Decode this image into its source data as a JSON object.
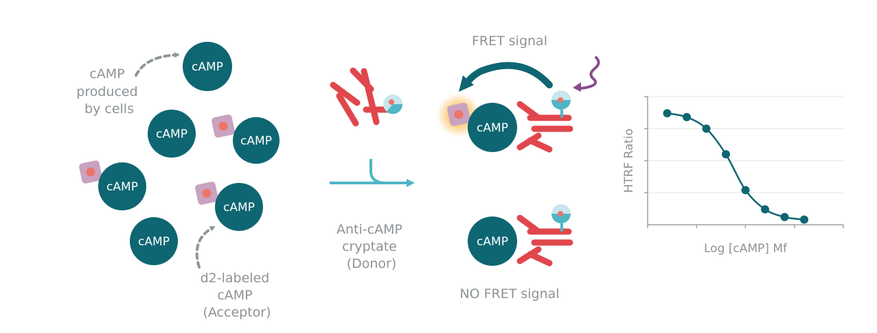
{
  "molecule_label": "cAMP",
  "labels": {
    "produced": [
      "cAMP",
      "produced",
      "by cells"
    ],
    "acceptor": [
      "d2-labeled",
      "cAMP",
      "(Acceptor)"
    ],
    "donor": [
      "Anti-cAMP",
      "cryptate",
      "(Donor)"
    ],
    "fret": "FRET signal",
    "no_fret": "NO FRET signal"
  },
  "colors": {
    "teal_dark": "#0e6672",
    "teal_light": "#4fb6c6",
    "antibody_red": "#e0474c",
    "acceptor_square": "#c9a2c0",
    "acceptor_dot": "#ee7468",
    "arrow_gray": "#8e969a",
    "photon_purple": "#8a4b8c",
    "glow": "#f8b43c"
  },
  "chart_data": {
    "type": "line",
    "xlabel": "Log [cAMP] Mf",
    "ylabel": "HTRF Ratio",
    "x": [
      1,
      2,
      3,
      4,
      5,
      6,
      7,
      8
    ],
    "y": [
      0.87,
      0.84,
      0.75,
      0.55,
      0.27,
      0.12,
      0.06,
      0.04
    ],
    "xlim": [
      0,
      10
    ],
    "ylim": [
      0,
      1
    ],
    "grid": true,
    "series": [
      {
        "values": [
          0.87,
          0.84,
          0.75,
          0.55,
          0.27,
          0.12,
          0.06,
          0.04
        ]
      }
    ]
  }
}
